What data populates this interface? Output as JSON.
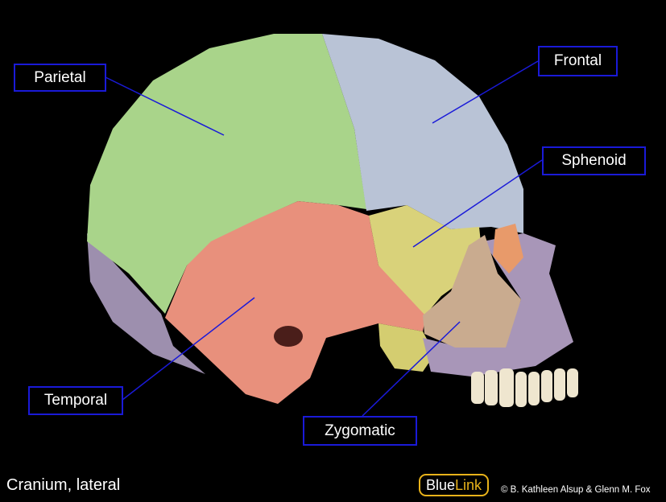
{
  "labels": {
    "parietal": "Parietal",
    "frontal": "Frontal",
    "sphenoid": "Sphenoid",
    "temporal": "Temporal",
    "zygomatic": "Zygomatic"
  },
  "caption": "Cranium, lateral",
  "logo": {
    "part1": "Blue",
    "part2": "Link"
  },
  "copyright": "© B. Kathleen Alsup & Glenn M. Fox",
  "colors": {
    "parietal": "#a9d48a",
    "frontal": "#b9c3d6",
    "sphenoid": "#d9d27a",
    "temporal": "#e8907c",
    "zygomatic": "#c9ab8f",
    "other": "#a896b8",
    "leader": "#1a1ad8"
  }
}
